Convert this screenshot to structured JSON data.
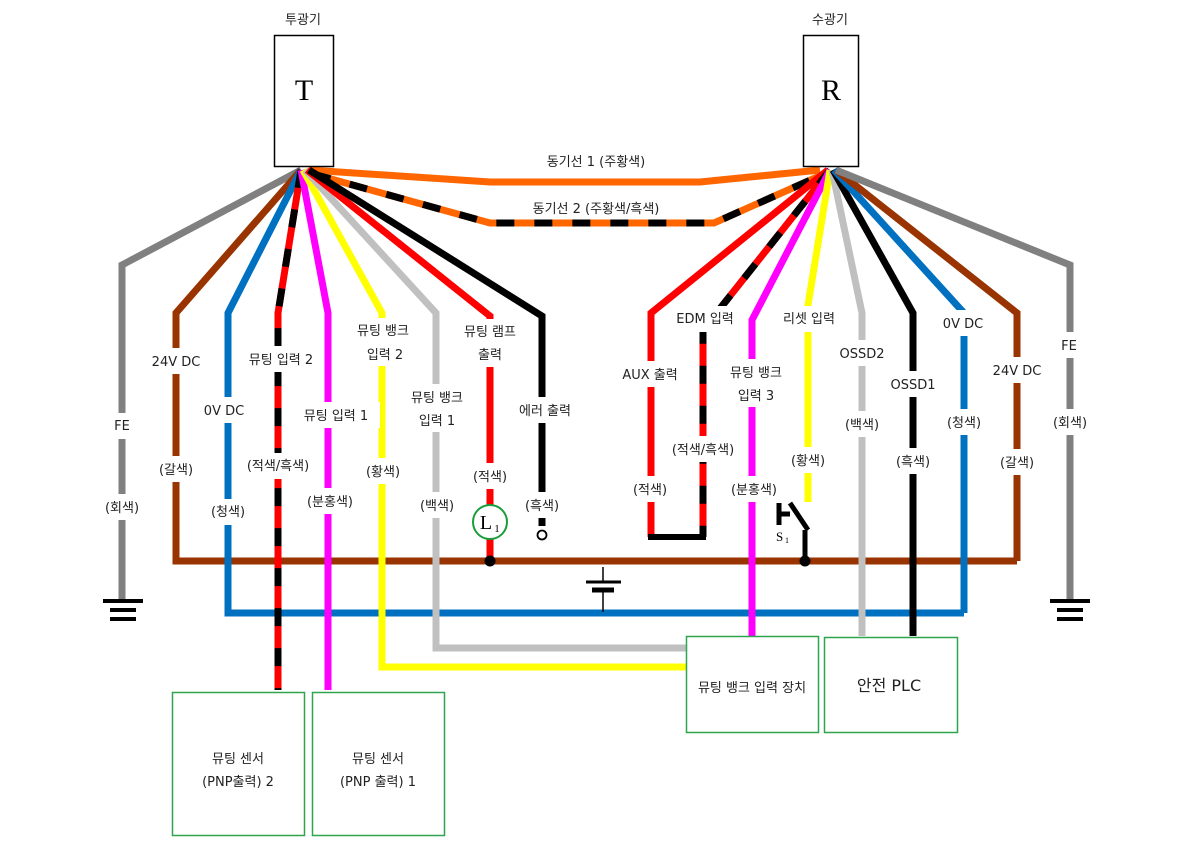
{
  "emitter": {
    "title": "투광기",
    "letter": "T"
  },
  "receiver": {
    "title": "수광기",
    "letter": "R"
  },
  "sync_lines": [
    {
      "label": "동기선 1 (주황색)",
      "color": "#ff6600",
      "stripe": null
    },
    {
      "label": "동기선 2 (주황색/흑색)",
      "color": "#ff6600",
      "stripe": "#000000"
    }
  ],
  "colors": {
    "gray": "#808080",
    "brown": "#993300",
    "blue": "#0070c0",
    "red": "#ff0000",
    "black": "#000000",
    "magenta": "#ff00ff",
    "yellow": "#ffff00",
    "white_wire": "#c0c0c0",
    "orange": "#ff6600",
    "device_border": "#2ea44f",
    "lamp_border": "#1a9e3a"
  },
  "emitter_wires": [
    {
      "name": "FE",
      "color_label": "(회색)",
      "color": "gray"
    },
    {
      "name": "24V DC",
      "color_label": "(갈색)",
      "color": "brown"
    },
    {
      "name": "0V DC",
      "color_label": "(청색)",
      "color": "blue"
    },
    {
      "name": "뮤팅 입력 2",
      "color_label": "(적색/흑색)",
      "color": "red",
      "stripe": "black"
    },
    {
      "name": "뮤팅 입력 1",
      "color_label": "(분홍색)",
      "color": "magenta"
    },
    {
      "name_line1": "뮤팅 뱅크",
      "name_line2": "입력 2",
      "color_label": "(황색)",
      "color": "yellow"
    },
    {
      "name_line1": "뮤팅 뱅크",
      "name_line2": "입력 1",
      "color_label": "(백색)",
      "color": "white_wire"
    },
    {
      "name_line1": "뮤팅 램프",
      "name_line2": "출력",
      "color_label": "(적색)",
      "color": "red"
    },
    {
      "name": "에러 출력",
      "color_label": "(흑색)",
      "color": "black"
    }
  ],
  "receiver_wires": [
    {
      "name": "AUX 출력",
      "color_label": "(적색)",
      "color": "red"
    },
    {
      "name": "EDM 입력",
      "color_label": "(적색/흑색)",
      "color": "red",
      "stripe": "black"
    },
    {
      "name_line1": "뮤팅 뱅크",
      "name_line2": "입력 3",
      "color_label": "(분홍색)",
      "color": "magenta"
    },
    {
      "name": "리셋 입력",
      "color_label": "(황색)",
      "color": "yellow"
    },
    {
      "name": "OSSD2",
      "color_label": "(백색)",
      "color": "white_wire"
    },
    {
      "name": "OSSD1",
      "color_label": "(흑색)",
      "color": "black"
    },
    {
      "name": "0V DC",
      "color_label": "(청색)",
      "color": "blue"
    },
    {
      "name": "24V DC",
      "color_label": "(갈색)",
      "color": "brown"
    },
    {
      "name": "FE",
      "color_label": "(회색)",
      "color": "gray"
    }
  ],
  "components": {
    "lamp": {
      "symbol": "L",
      "subscript": "1"
    },
    "switch": {
      "symbol": "S",
      "subscript": "1"
    }
  },
  "devices": [
    {
      "line1": "뮤팅 센서",
      "line2": "(PNP출력) 2"
    },
    {
      "line1": "뮤팅 센서",
      "line2": "(PNP 출력) 1"
    },
    {
      "line1": "뮤팅 뱅크 입력 장치"
    },
    {
      "line1": "안전 PLC"
    }
  ]
}
